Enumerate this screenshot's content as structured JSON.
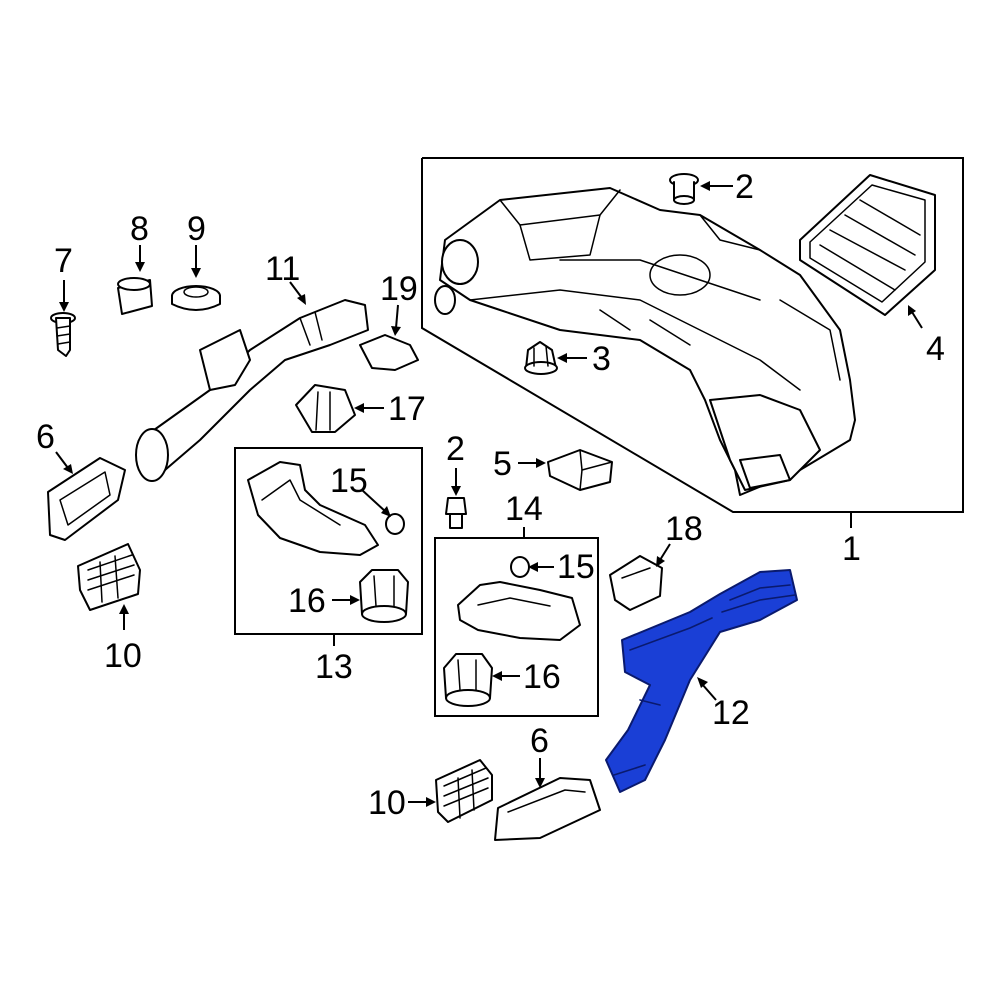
{
  "diagram": {
    "highlight_color": "#1a3fd6",
    "highlighted_part": "12",
    "callouts": {
      "c1": "1",
      "c2a": "2",
      "c2b": "2",
      "c3": "3",
      "c4": "4",
      "c5": "5",
      "c6a": "6",
      "c6b": "6",
      "c7": "7",
      "c8": "8",
      "c9": "9",
      "c10a": "10",
      "c10b": "10",
      "c11": "11",
      "c12": "12",
      "c13": "13",
      "c14": "14",
      "c15a": "15",
      "c15b": "15",
      "c16a": "16",
      "c16b": "16",
      "c17": "17",
      "c18": "18",
      "c19": "19"
    }
  }
}
